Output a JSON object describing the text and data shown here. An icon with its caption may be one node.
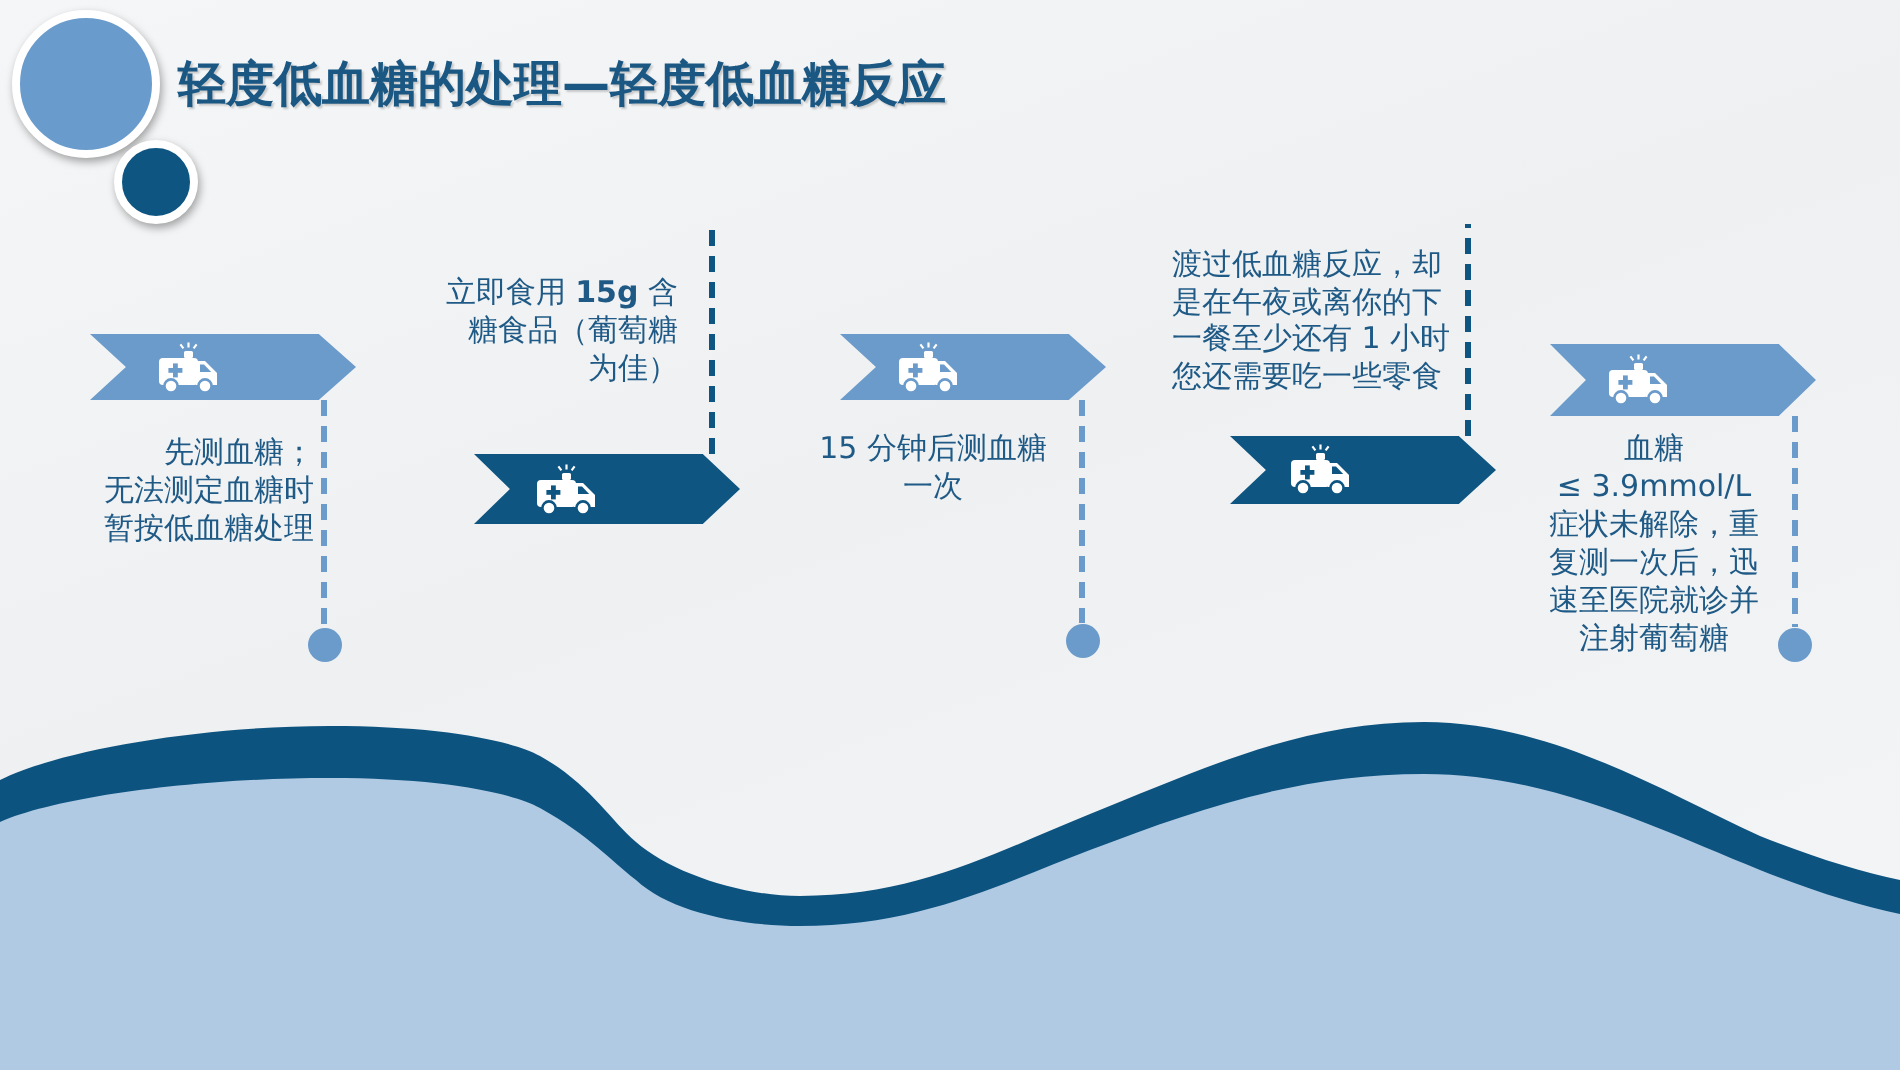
{
  "diagram": {
    "title": "轻度低血糖的处理—轻度低血糖反应",
    "nodes": [
      {
        "text": [],
        "shape": "chevron",
        "beside": [
          "先测血糖；",
          "无法测定血糖时暂按低血糖处理"
        ]
      },
      {
        "text": [],
        "shape": "circle"
      },
      {
        "text": [],
        "shape": "chevron",
        "beside": [
          "立即食用 **15g** 含糖食品（葡萄糖为佳）"
        ]
      },
      {
        "text": [],
        "shape": "chevron",
        "beside": [
          "15 分钟后测血糖一次"
        ]
      },
      {
        "text": [],
        "shape": "circle"
      },
      {
        "text": [],
        "shape": "chevron",
        "beside": [
          "渡过低血糖反应，却是在午夜或离你的下一餐至少还有 1 小时您还需要吃一些零食"
        ]
      },
      {
        "text": [],
        "shape": "chevron",
        "beside": [
          "血糖 ≤ 3.9mmol/L症状未解除，重复测一次后，迅速至医院就诊并注射葡萄糖"
        ]
      },
      {
        "text": [],
        "shape": "circle"
      }
    ],
    "edges": [
      {
        "from": 0,
        "to": 1,
        "arrow": "none",
        "style": "dashed"
      },
      {
        "from": 2,
        "to": null,
        "arrow": "none",
        "style": "dashed",
        "color": "#0e5581"
      },
      {
        "from": 3,
        "to": 4,
        "arrow": "none",
        "style": "dashed"
      },
      {
        "from": 5,
        "to": null,
        "arrow": "none",
        "style": "dashed",
        "color": "#0e5581"
      },
      {
        "from": 6,
        "to": 7,
        "arrow": "none",
        "style": "dashed"
      }
    ]
  }
}
